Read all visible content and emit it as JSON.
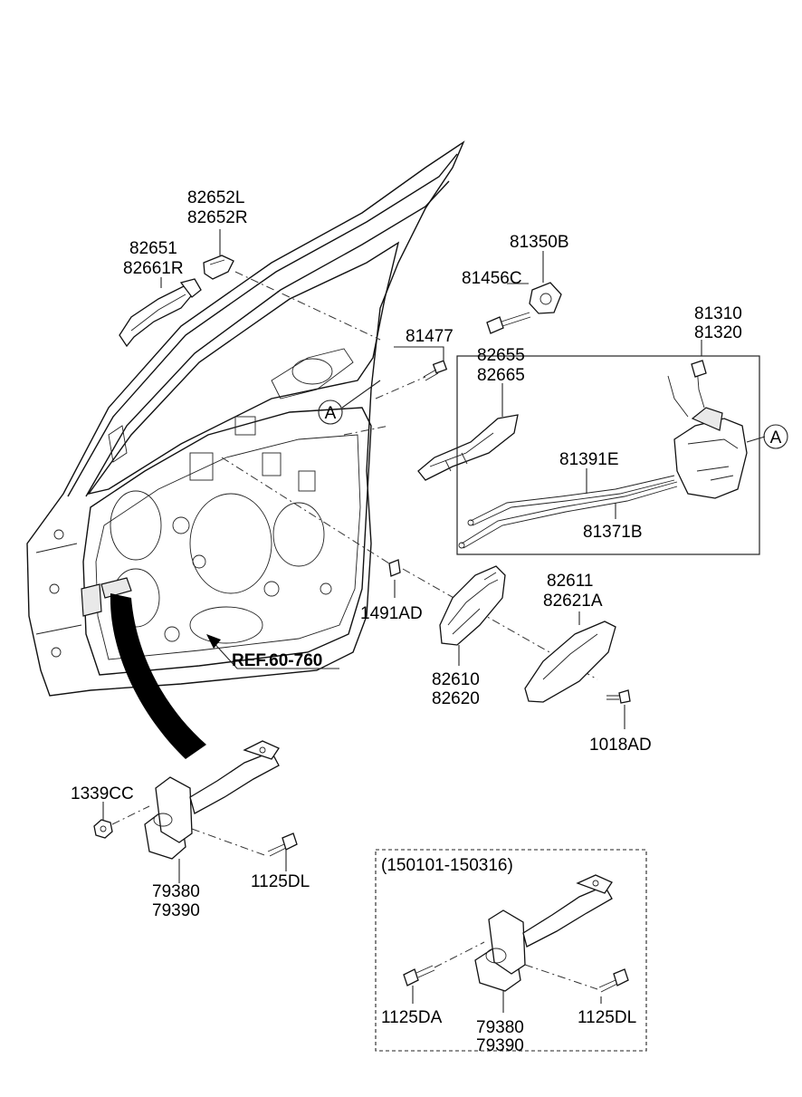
{
  "labels": {
    "p82652L": "82652L",
    "p82652R": "82652R",
    "p82651": "82651",
    "p82661R": "82661R",
    "p81350B": "81350B",
    "p81456C": "81456C",
    "p81477": "81477",
    "p82655": "82655",
    "p82665": "82665",
    "p81310": "81310",
    "p81320": "81320",
    "p81391E": "81391E",
    "p81371B": "81371B",
    "p1491AD": "1491AD",
    "p82611": "82611",
    "p82621A": "82621A",
    "p82610": "82610",
    "p82620": "82620",
    "p1018AD": "1018AD",
    "ref": "REF.60-760",
    "p1339CC": "1339CC",
    "p79380": "79380",
    "p79390": "79390",
    "p1125DL": "1125DL",
    "date_range": "(150101-150316)",
    "p1125DA": "1125DA",
    "p79380b": "79380",
    "p79390b": "79390",
    "p1125DLb": "1125DL"
  },
  "callouts": {
    "a_left": "A",
    "a_right": "A"
  }
}
